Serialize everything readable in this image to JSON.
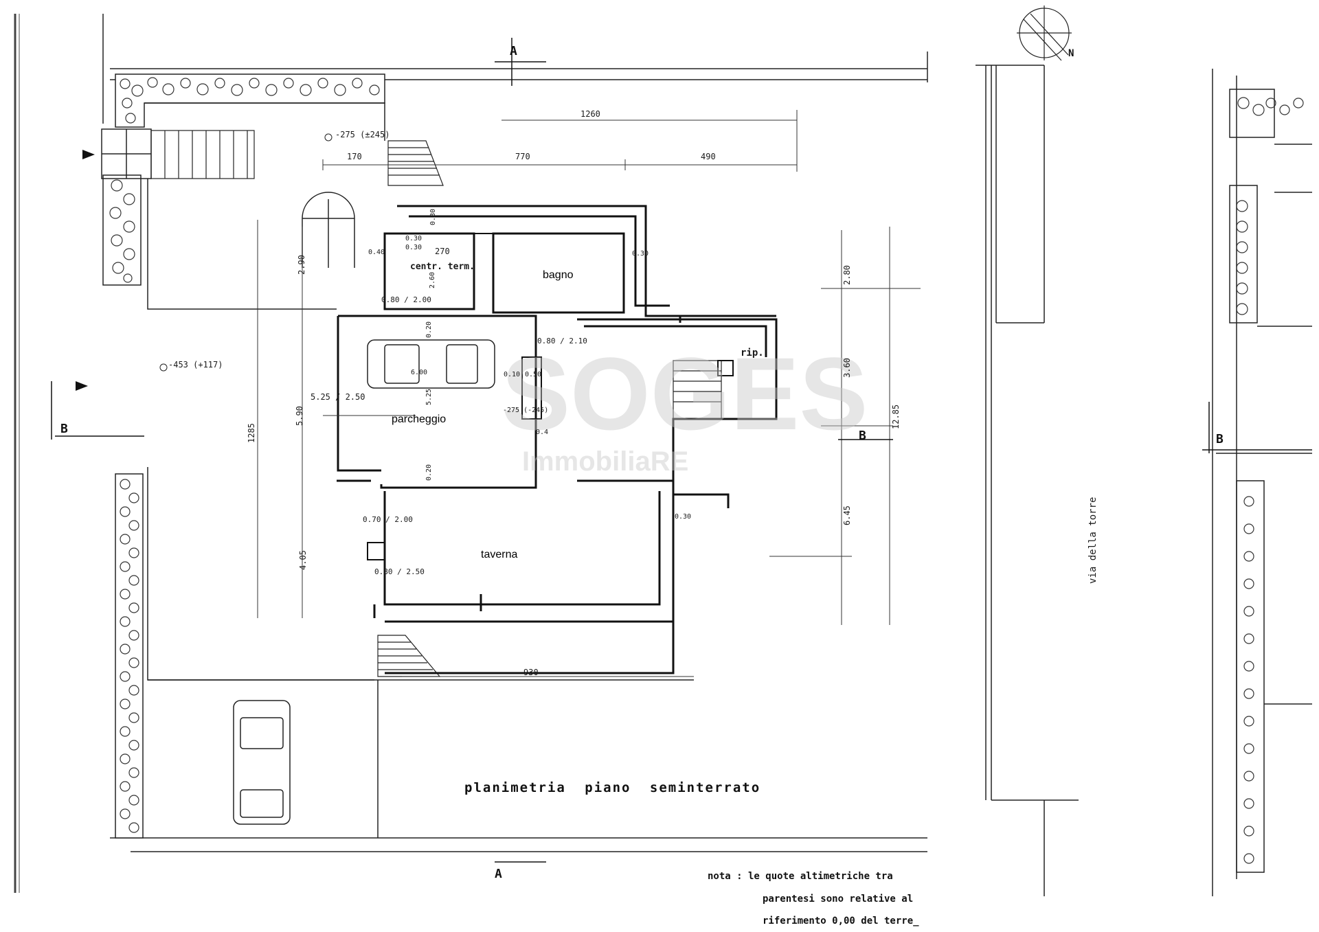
{
  "title": "planimetria piano seminterrato",
  "rooms": {
    "bagno": "bagno",
    "parcheggio": "parcheggio",
    "taverna": "taverna",
    "centrale_termica": "centr. term.",
    "ripostiglio": "rip."
  },
  "street": "via della torre",
  "section_marks": {
    "a": "A",
    "b": "B"
  },
  "north": "N",
  "levels": {
    "entrance": "-275 (±245)",
    "yard": "-453 (+117)",
    "parking": "-275 (-245)"
  },
  "dimensions": {
    "d1260": "1260",
    "d170": "170",
    "d770": "770",
    "d490": "490",
    "d290": "2.90",
    "d1285": "1285",
    "d590": "5.90",
    "d405": "4.05",
    "d525_250": "5.25 / 2.50",
    "d280": "2.80",
    "d360": "3.60",
    "d645": "6.45",
    "d1285r": "12.85",
    "d930": "930",
    "d270": "270",
    "d260": "2.60",
    "d040": "0.40",
    "d030a": "0.30",
    "d030b": "0.30",
    "d030c": "0.30",
    "d030d": "0.30",
    "d080_200": "0.80 / 2.00",
    "d080_210": "0.80 / 2.10",
    "d070_200": "0.70 / 2.00",
    "d080_250": "0.80 / 2.50",
    "d600": "6.00",
    "d525v": "5.25",
    "d020a": "0.20",
    "d020b": "0.20",
    "d010": "0.10",
    "d050": "0.50",
    "d030e": "0.30",
    "d04": "0.4"
  },
  "note": [
    "nota :  le quote altimetriche tra",
    "parentesi  sono  relative al",
    "riferimento  0,00  del terre_"
  ],
  "watermark": {
    "brand": "SOGES",
    "sub": "ImmobiliaRE"
  }
}
